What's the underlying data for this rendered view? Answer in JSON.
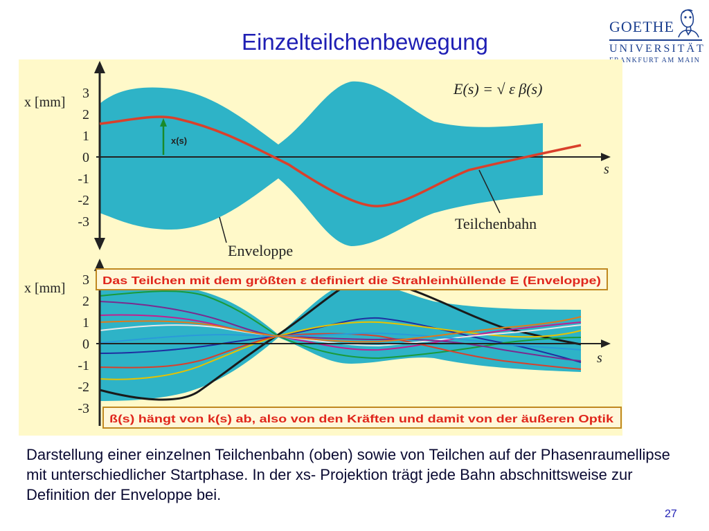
{
  "slide": {
    "title": "Einzelteilchenbewegung",
    "page_number": "27",
    "caption": "Darstellung einer einzelnen Teilchenbahn (oben) sowie von Teilchen auf der Phasenraumellipse mit unterschiedlicher Startphase. In der xs- Projektion trägt jede Bahn abschnittsweise zur Definition der Enveloppe bei."
  },
  "logo": {
    "line1": "GOETHE",
    "line2": "UNIVERSITÄT",
    "line3": "FRANKFURT AM MAIN"
  },
  "diagram": {
    "top_panel": {
      "axis_label": "x [mm]",
      "ticks": [
        "3",
        "2",
        "1",
        "0",
        "-1",
        "-2",
        "-3"
      ],
      "s_label": "s",
      "formula": "E(s) = √ ε β(s)",
      "xs_label": "x(s)",
      "teilchenbahn_label": "Teilchenbahn",
      "envelope_label": "Enveloppe"
    },
    "bottom_panel": {
      "axis_label": "x [mm]",
      "ticks": [
        "3",
        "2",
        "1",
        "0",
        "-1",
        "-2",
        "-3"
      ],
      "s_label": "s",
      "banner_top": "Das Teilchen mit dem größten ε definiert die Strahleinhüllende E (Enveloppe)",
      "banner_bottom": "ß(s) hängt von k(s) ab, also von den Kräften und damit von der äußeren Optik"
    }
  },
  "colors": {
    "title": "#1f1fb4",
    "envelope_fill": "#2eb3c7",
    "single_trajectory": "#d9402b",
    "figure_background": "#fff9c9",
    "banner_text": "#e0261c",
    "banner_border": "#c08820"
  }
}
